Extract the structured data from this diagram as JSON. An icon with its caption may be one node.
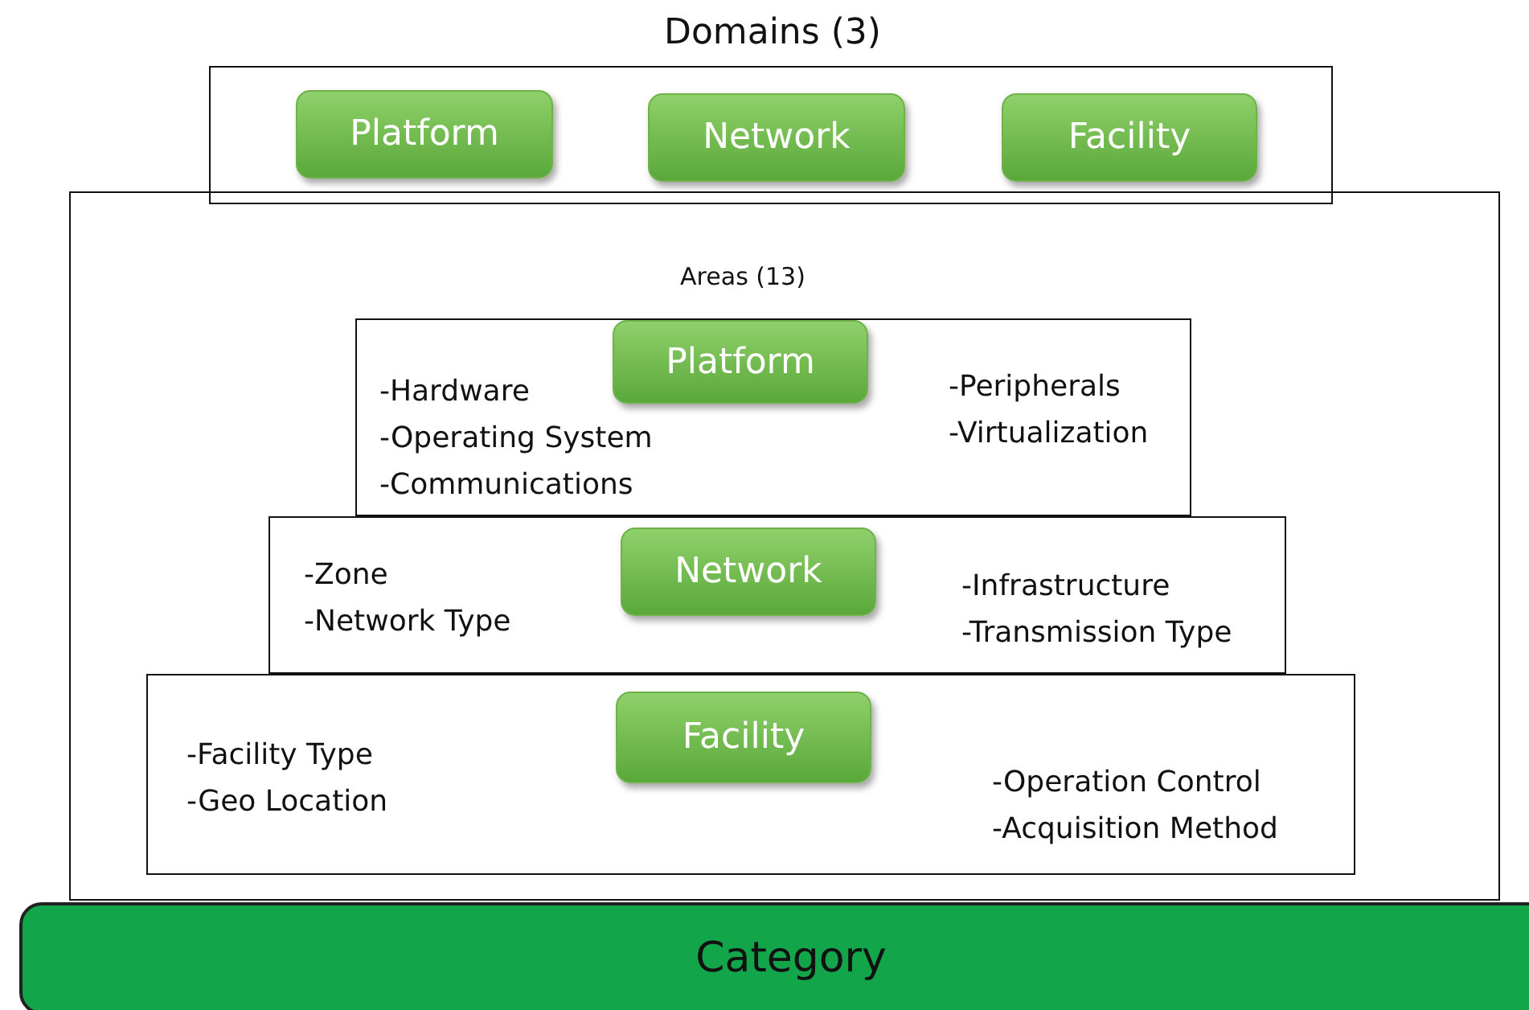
{
  "diagram": {
    "nodes": [
      {
        "text": [
          "Domains (3)"
        ]
      },
      {
        "text": [
          "Platform"
        ],
        "in": 0
      },
      {
        "text": [
          "Network"
        ],
        "in": 0
      },
      {
        "text": [
          "Facility"
        ],
        "in": 0
      },
      {
        "text": [
          "Areas (13)"
        ]
      },
      {
        "text": [
          "-Hardware",
          "-Operating System",
          "-Communications",
          "-Peripherals",
          "-Virtualization"
        ],
        "in": 4
      },
      {
        "text": [
          "Platform"
        ],
        "in": 5
      },
      {
        "text": [
          "-Zone",
          "-Network Type",
          "-Infrastructure",
          "-Transmission Type"
        ],
        "in": 4
      },
      {
        "text": [
          "Network"
        ],
        "in": 7
      },
      {
        "text": [
          "-Facility Type",
          "-Geo Location",
          "-Operation Control",
          "-Acquisition Method"
        ],
        "in": 4
      },
      {
        "text": [
          "Facility"
        ],
        "in": 9
      },
      {
        "text": [
          "Category"
        ]
      }
    ],
    "edges": []
  }
}
